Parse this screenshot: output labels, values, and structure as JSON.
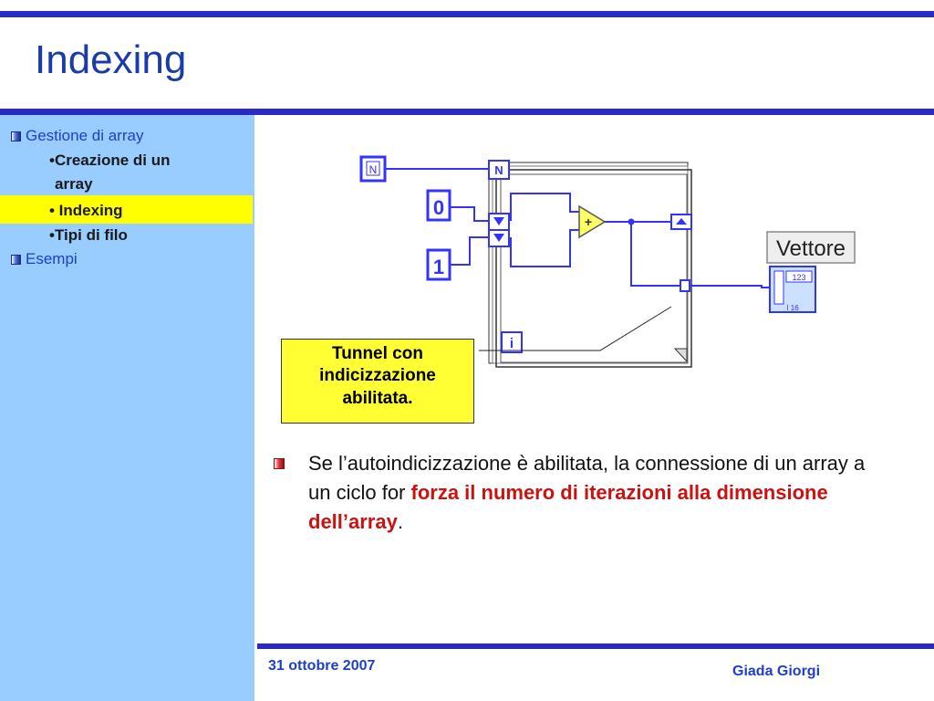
{
  "slide": {
    "title": "Indexing"
  },
  "sidebar": {
    "items": [
      {
        "label": "Gestione di array",
        "level": 1
      },
      {
        "label": "•Creazione di un",
        "level": 2
      },
      {
        "label": "array",
        "level": 2
      },
      {
        "label": "• Indexing",
        "level": 2,
        "selected": true
      },
      {
        "label": "•Tipi di filo",
        "level": 2
      },
      {
        "label": "Esempi",
        "level": 1
      }
    ]
  },
  "diagram": {
    "n_label": "N",
    "n_terminal_label": "N",
    "const_zero": "0",
    "const_one": "1",
    "add_symbol": "+",
    "iteration_label": "i",
    "indicator_label": "Vettore",
    "indicator_glyph": "123",
    "indicator_glyph_small": "I 16"
  },
  "callout": {
    "line1": "Tunnel con",
    "line2": "indicizzazione",
    "line3": "abilitata."
  },
  "body": {
    "text_plain_a": "Se l’autoindicizzazione è abilitata, la connessione di un array a un ciclo for ",
    "text_emph": "forza il numero di iterazioni alla dimensione dell’array",
    "text_plain_b": "."
  },
  "footer": {
    "date": "31 ottobre 2007",
    "author": "Giada Giorgi"
  },
  "colors": {
    "accent": "#2a2ac8",
    "title": "#1b3ca8",
    "sidebar_bg": "#99ccff",
    "highlight": "#ffff00",
    "emphasis": "#cc1111",
    "wire": "#3333ff"
  }
}
